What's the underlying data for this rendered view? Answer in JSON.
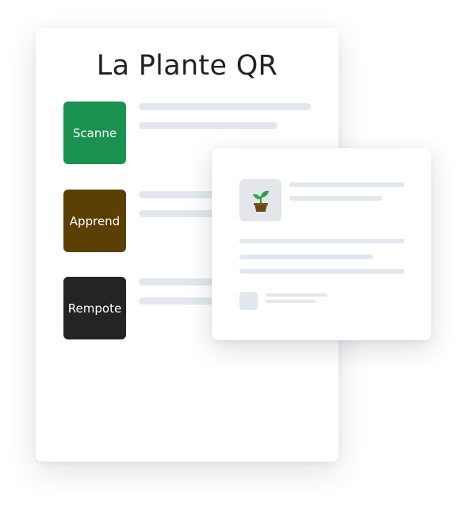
{
  "app": {
    "title": "La Plante QR"
  },
  "actions": [
    {
      "label": "Scanne",
      "color": "#1b9150"
    },
    {
      "label": "Apprend",
      "color": "#5c3f05"
    },
    {
      "label": "Rempote",
      "color": "#242424"
    }
  ],
  "popup": {
    "thumbnail_icon": "potted-plant-icon"
  },
  "colors": {
    "placeholder_bar": "#e1e7ed",
    "thumbnail_bg": "#e3e6ea",
    "leaf": "#2f9a4a",
    "pot": "#6a4a10"
  }
}
